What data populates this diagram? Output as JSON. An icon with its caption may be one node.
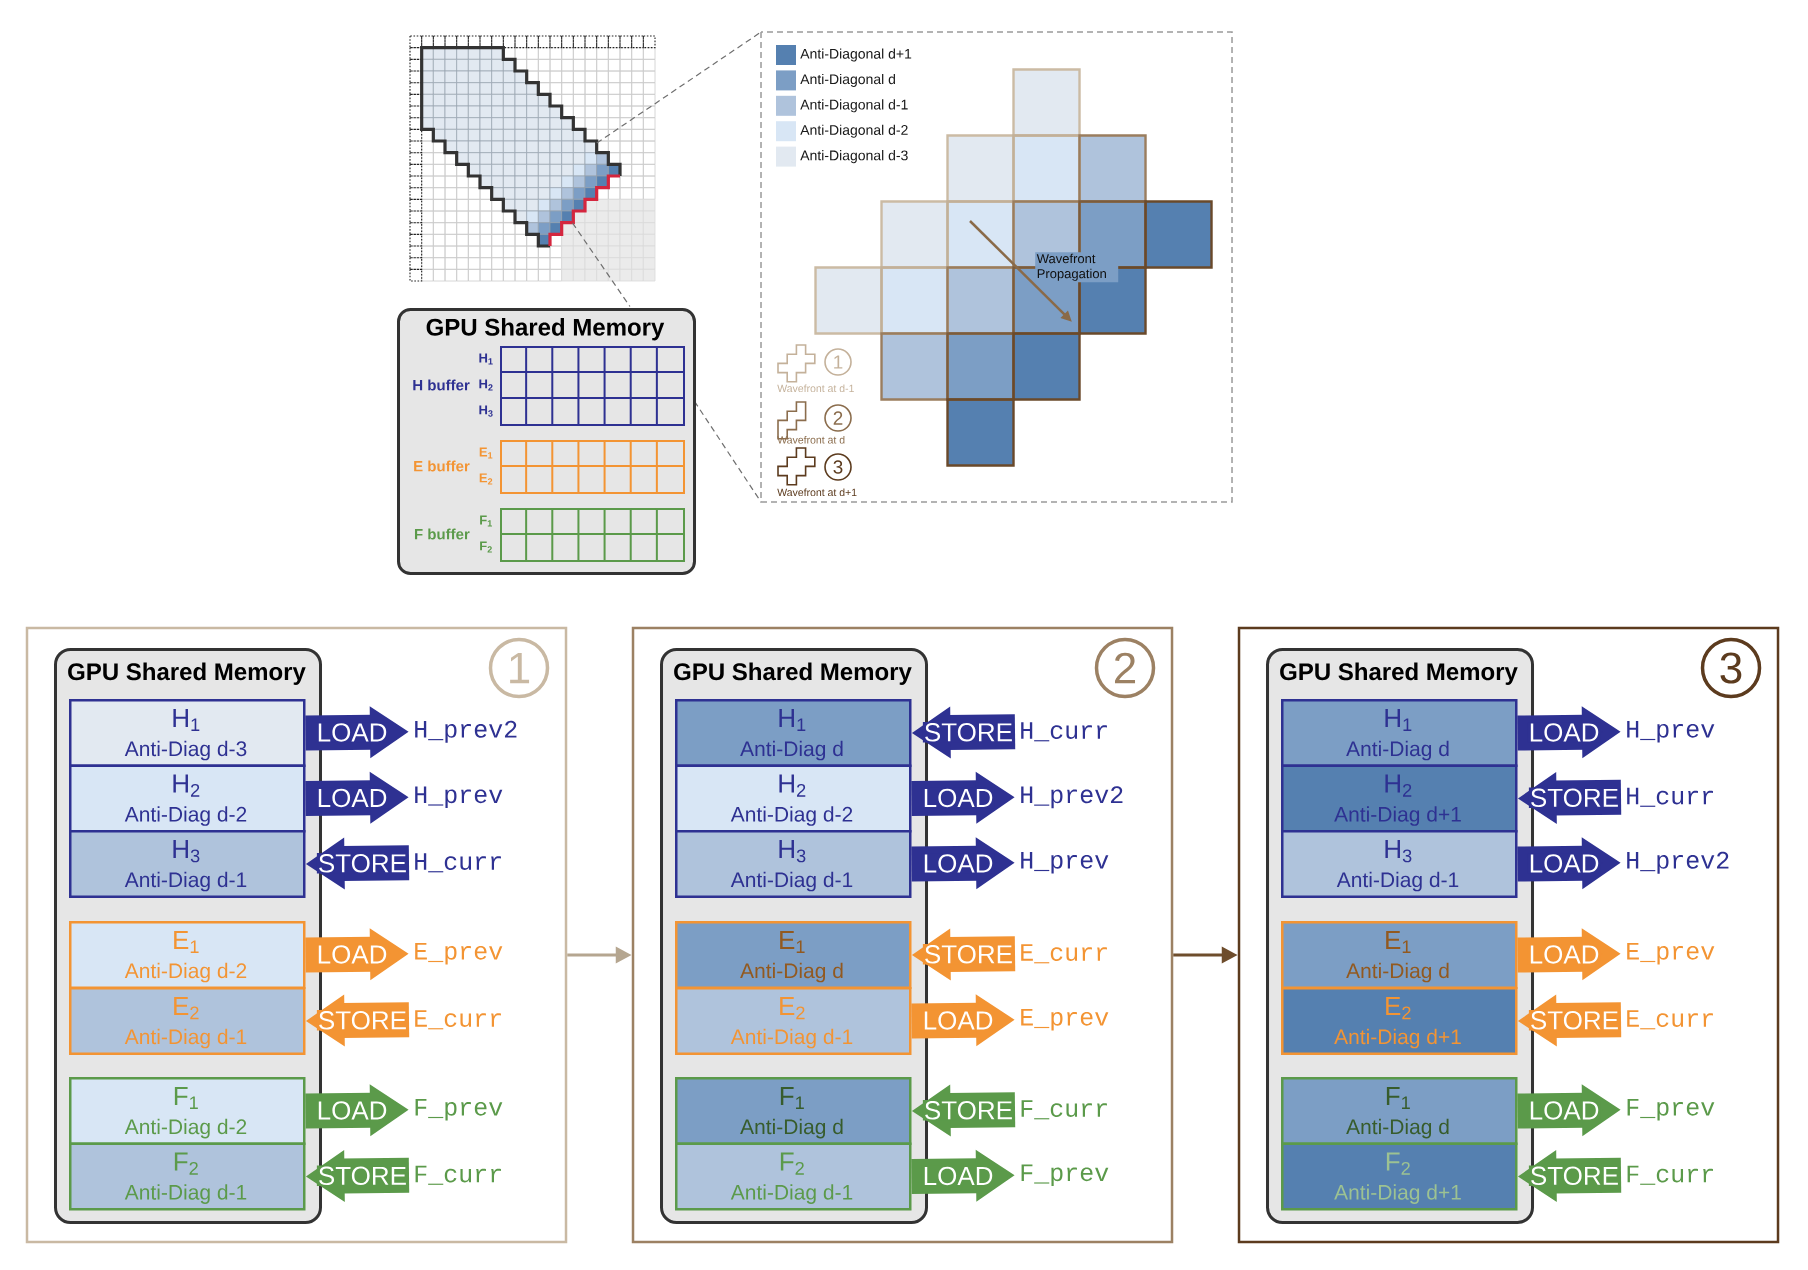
{
  "diagram": {
    "nodes": [
      {
        "text": [
          "GPU Shared Memory"
        ]
      },
      {
        "text": [
          "H buffer"
        ],
        "beside": [
          "H$_{1}$",
          "H$_{2}$",
          "H$_{3}$"
        ],
        "in": 0
      },
      {
        "text": [
          "E buffer"
        ],
        "beside": [
          "E$_{1}$",
          "E$_{2}$"
        ],
        "in": 0
      },
      {
        "text": [
          "F buffer"
        ],
        "beside": [
          "F$_{1}$",
          "F$_{2}$"
        ],
        "in": 0
      },
      {
        "text": [],
        "shape": "box"
      },
      {
        "text": [
          "GPU Shared Memory"
        ],
        "in": 4
      },
      {
        "text": [
          "H$_{1}$",
          "Anti-Diag d-3"
        ],
        "in": 5
      },
      {
        "text": [
          "H$_{2}$",
          "Anti-Diag d-2"
        ],
        "in": 5
      },
      {
        "text": [
          "H$_{3}$",
          "Anti-Diag d-1"
        ],
        "in": 5
      },
      {
        "text": [
          "E$_{1}$",
          "Anti-Diag d-2"
        ],
        "in": 5
      },
      {
        "text": [
          "E$_{2}$",
          "Anti-Diag d-1"
        ],
        "in": 5
      },
      {
        "text": [
          "F$_{1}$",
          "Anti-Diag d-2"
        ],
        "in": 5
      },
      {
        "text": [
          "F$_{2}$",
          "Anti-Diag d-1"
        ],
        "in": 5
      },
      {
        "text": [
          "H_prev2"
        ],
        "in": 4
      },
      {
        "text": [
          "H_prev"
        ],
        "in": 4
      },
      {
        "text": [
          "H_curr"
        ],
        "in": 4
      },
      {
        "text": [
          "E_prev"
        ],
        "in": 4
      },
      {
        "text": [
          "E_curr"
        ],
        "in": 4
      },
      {
        "text": [
          "F_prev"
        ],
        "in": 4
      },
      {
        "text": [
          "F_curr"
        ],
        "in": 4
      },
      {
        "text": [],
        "shape": "box"
      },
      {
        "text": [
          "GPU Shared Memory"
        ],
        "in": 20
      },
      {
        "text": [
          "H$_{1}$",
          "Anti-Diag d"
        ],
        "in": 21
      },
      {
        "text": [
          "H$_{2}$",
          "Anti-Diag d-2"
        ],
        "in": 21
      },
      {
        "text": [
          "H$_{3}$",
          "Anti-Diag d-1"
        ],
        "in": 21
      },
      {
        "text": [
          "E$_{1}$",
          "Anti-Diag d"
        ],
        "in": 21
      },
      {
        "text": [
          "E$_{2}$",
          "Anti-Diag d-1"
        ],
        "in": 21
      },
      {
        "text": [
          "F$_{1}$",
          "Anti-Diag d"
        ],
        "in": 21
      },
      {
        "text": [
          "F$_{2}$",
          "Anti-Diag d-1"
        ],
        "in": 21
      },
      {
        "text": [
          "H_curr"
        ],
        "in": 20
      },
      {
        "text": [
          "H_prev2"
        ],
        "in": 20
      },
      {
        "text": [
          "H_prev"
        ],
        "in": 20
      },
      {
        "text": [
          "E_curr"
        ],
        "in": 20
      },
      {
        "text": [
          "E_prev"
        ],
        "in": 20
      },
      {
        "text": [
          "F_curr"
        ],
        "in": 20
      },
      {
        "text": [
          "F_prev"
        ],
        "in": 20
      },
      {
        "text": [],
        "shape": "box"
      },
      {
        "text": [
          "GPU Shared Memory"
        ],
        "in": 36
      },
      {
        "text": [
          "H$_{1}$",
          "Anti-Diag d"
        ],
        "in": 37
      },
      {
        "text": [
          "H$_{2}$",
          "Anti-Diag d+1"
        ],
        "in": 37
      },
      {
        "text": [
          "H$_{3}$",
          "Anti-Diag d-1"
        ],
        "in": 37
      },
      {
        "text": [
          "E$_{1}$",
          "Anti-Diag d"
        ],
        "in": 37
      },
      {
        "text": [
          "E$_{2}$",
          "Anti-Diag d+1"
        ],
        "in": 37
      },
      {
        "text": [
          "F$_{1}$",
          "Anti-Diag d"
        ],
        "in": 37
      },
      {
        "text": [
          "F$_{2}$",
          "Anti-Diag d+1"
        ],
        "in": 37
      },
      {
        "text": [
          "H_prev"
        ],
        "in": 36
      },
      {
        "text": [
          "H_curr"
        ],
        "in": 36
      },
      {
        "text": [
          "H_prev2"
        ],
        "in": 36
      },
      {
        "text": [
          "E_prev"
        ],
        "in": 36
      },
      {
        "text": [
          "E_curr"
        ],
        "in": 36
      },
      {
        "text": [
          "F_prev"
        ],
        "in": 36
      },
      {
        "text": [
          "F_curr"
        ],
        "in": 36
      }
    ],
    "edges": [
      {
        "from": 6,
        "to": 13,
        "arrow": "to",
        "label": "LOAD",
        "color": "#2e3192"
      },
      {
        "from": 7,
        "to": 14,
        "arrow": "to",
        "label": "LOAD",
        "color": "#2e3192"
      },
      {
        "from": 15,
        "to": 8,
        "arrow": "to",
        "label": "STORE",
        "color": "#2e3192"
      },
      {
        "from": 9,
        "to": 16,
        "arrow": "to",
        "label": "LOAD",
        "color": "#f39433"
      },
      {
        "from": 17,
        "to": 10,
        "arrow": "to",
        "label": "STORE",
        "color": "#f39433"
      },
      {
        "from": 11,
        "to": 18,
        "arrow": "to",
        "label": "LOAD",
        "color": "#5b9a4a"
      },
      {
        "from": 19,
        "to": 12,
        "arrow": "to",
        "label": "STORE",
        "color": "#5b9a4a"
      },
      {
        "from": 29,
        "to": 22,
        "arrow": "to",
        "label": "STORE",
        "color": "#2e3192"
      },
      {
        "from": 23,
        "to": 30,
        "arrow": "to",
        "label": "LOAD",
        "color": "#2e3192"
      },
      {
        "from": 24,
        "to": 31,
        "arrow": "to",
        "label": "LOAD",
        "color": "#2e3192"
      },
      {
        "from": 32,
        "to": 25,
        "arrow": "to",
        "label": "STORE",
        "color": "#f39433"
      },
      {
        "from": 26,
        "to": 33,
        "arrow": "to",
        "label": "LOAD",
        "color": "#f39433"
      },
      {
        "from": 34,
        "to": 27,
        "arrow": "to",
        "label": "STORE",
        "color": "#5b9a4a"
      },
      {
        "from": 28,
        "to": 35,
        "arrow": "to",
        "label": "LOAD",
        "color": "#5b9a4a"
      },
      {
        "from": 38,
        "to": 45,
        "arrow": "to",
        "label": "LOAD",
        "color": "#2e3192"
      },
      {
        "from": 46,
        "to": 39,
        "arrow": "to",
        "label": "STORE",
        "color": "#2e3192"
      },
      {
        "from": 40,
        "to": 47,
        "arrow": "to",
        "label": "LOAD",
        "color": "#2e3192"
      },
      {
        "from": 41,
        "to": 48,
        "arrow": "to",
        "label": "LOAD",
        "color": "#f39433"
      },
      {
        "from": 49,
        "to": 42,
        "arrow": "to",
        "label": "STORE",
        "color": "#f39433"
      },
      {
        "from": 43,
        "to": 50,
        "arrow": "to",
        "label": "LOAD",
        "color": "#5b9a4a"
      },
      {
        "from": 51,
        "to": 44,
        "arrow": "to",
        "label": "STORE",
        "color": "#5b9a4a"
      },
      {
        "from": 4,
        "to": 20,
        "arrow": "to",
        "color": "#b5a690"
      },
      {
        "from": 20,
        "to": 36,
        "arrow": "to",
        "color": "#6e4d2c"
      }
    ],
    "labels": [
      "Wavefront Propagation",
      "1",
      "2",
      "3",
      "1",
      "2",
      "3"
    ],
    "legend": [
      {
        "text": "Anti-Diagonal d+1",
        "color": "#5580b0"
      },
      {
        "text": "Anti-Diagonal d",
        "color": "#7c9ec5"
      },
      {
        "text": "Anti-Diagonal d-1",
        "color": "#afc3dc"
      },
      {
        "text": "Anti-Diagonal d-2",
        "color": "#d8e6f5"
      },
      {
        "text": "Anti-Diagonal d-3",
        "color": "#e2e9f1"
      },
      {
        "text": "Wavefront at d-1"
      },
      {
        "text": "Wavefront at d"
      },
      {
        "text": "Wavefront at d+1"
      }
    ]
  }
}
